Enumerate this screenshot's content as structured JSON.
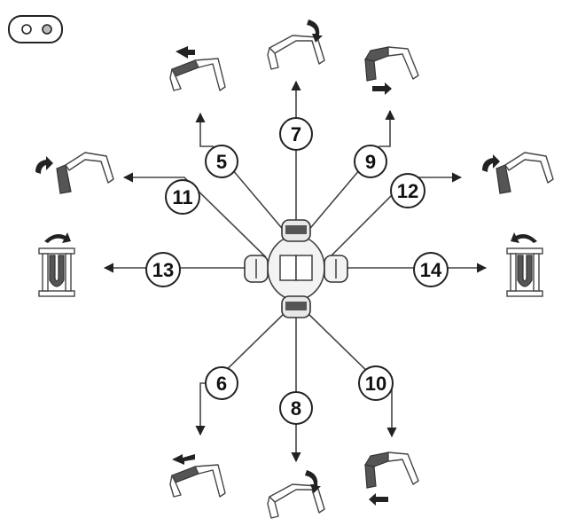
{
  "title": "",
  "toggle_icon": "two-dot-toggle-icon",
  "hub_icon": "joystick-hub-icon",
  "callouts": [
    {
      "id": "5",
      "label": "5",
      "action_icon": "bucket-rotate-icon"
    },
    {
      "id": "6",
      "label": "6",
      "action_icon": "bucket-rotate-icon"
    },
    {
      "id": "7",
      "label": "7",
      "action_icon": "bucket-rotate-icon"
    },
    {
      "id": "8",
      "label": "8",
      "action_icon": "bucket-rotate-icon"
    },
    {
      "id": "9",
      "label": "9",
      "action_icon": "bucket-rotate-icon"
    },
    {
      "id": "10",
      "label": "10",
      "action_icon": "bucket-rotate-icon"
    },
    {
      "id": "11",
      "label": "11",
      "action_icon": "bucket-rotate-icon"
    },
    {
      "id": "12",
      "label": "12",
      "action_icon": "bucket-rotate-icon"
    },
    {
      "id": "13",
      "label": "13",
      "action_icon": "clamp-rotate-icon"
    },
    {
      "id": "14",
      "label": "14",
      "action_icon": "clamp-rotate-icon"
    }
  ]
}
